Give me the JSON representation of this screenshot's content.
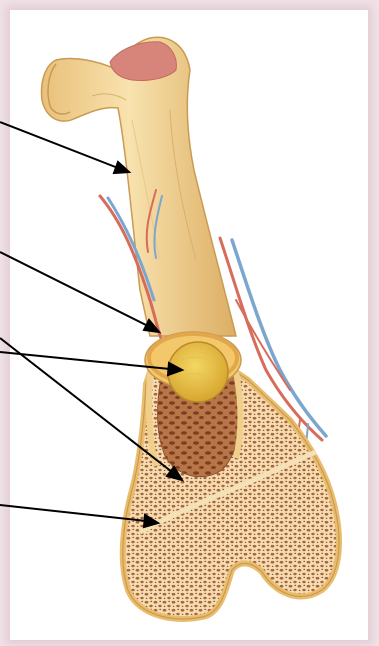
{
  "figure": {
    "subject": "femur",
    "view": "longitudinal-section",
    "callouts": 5,
    "label_text": []
  },
  "colors": {
    "page_background": "#efe3e6",
    "card": "#ffffff",
    "bone_shaft": "#f3d79a",
    "bone_shadow": "#d9a85a",
    "articular_cartilage": "#d7857a",
    "periosteum": "#e2a74b",
    "marrow_cavity": "#e4c03e",
    "spongy_bone": "#a6673f",
    "spongy_background": "#f6dcb0",
    "artery": "#d76c5a",
    "vein": "#7aa6cf",
    "arrow": "#000000"
  }
}
